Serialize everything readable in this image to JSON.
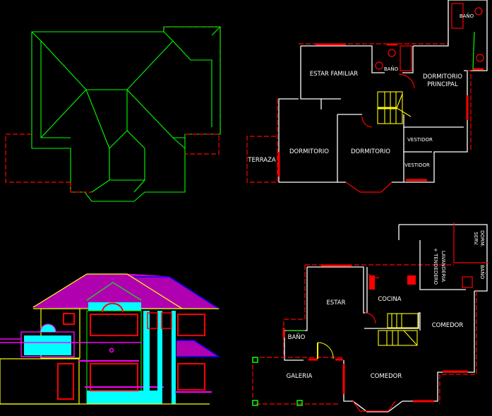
{
  "upper_floor": {
    "rooms": {
      "estar_familiar": "ESTAR  FAMILIAR",
      "bano_center": "BAÑO",
      "bano_top": "BAÑO",
      "dormitorio_principal_1": "DORMITORIO",
      "dormitorio_principal_2": "PRINCIPAL",
      "dormitorio_left": "DORMITORIO",
      "dormitorio_center": "DORMITORIO",
      "terraza": "TERRAZA",
      "vestidor_1": "VESTIDOR",
      "vestidor_2": "VESTIDOR"
    }
  },
  "ground_floor": {
    "rooms": {
      "estar": "ESTAR",
      "cocina": "COCINA",
      "comedor_right": "COMEDOR",
      "bano_left": "BAÑO",
      "galeria": "GALERIA",
      "comedor_bottom": "COMEDOR",
      "lavanderia_1": "LAVANDERIA",
      "lavanderia_2": "+ TENDEDERO",
      "dorm_serv_1": "DORM.",
      "dorm_serv_2": "SERV.",
      "bano_right": "BAÑO"
    }
  },
  "colors": {
    "background": "#000000",
    "walls": "#ffffff",
    "windows": "#ff0000",
    "roof_lines": "#00ff00",
    "stairs": "#ffff00",
    "roof_fill": "#ff00ff",
    "cladding": "#00ffff"
  }
}
